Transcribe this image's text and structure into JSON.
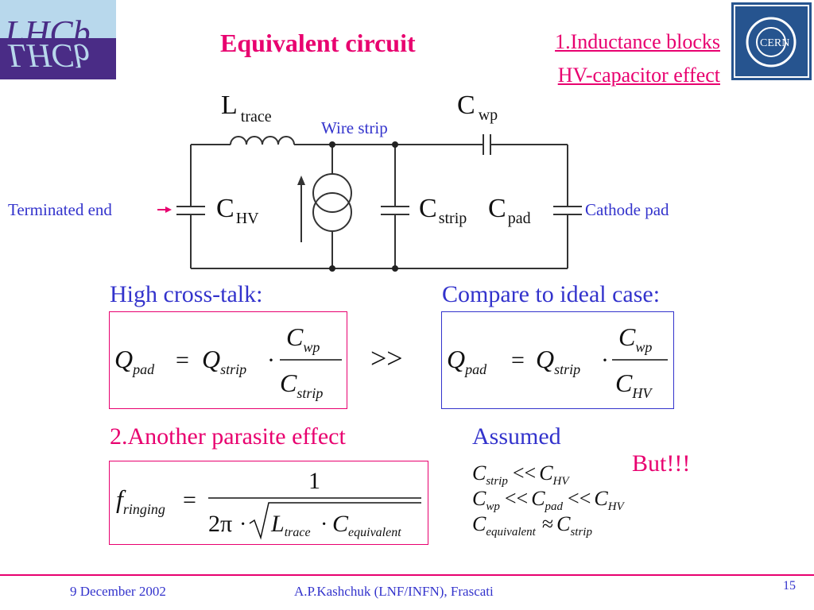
{
  "slide": {
    "title": "Equivalent circuit",
    "notes": [
      "1.Inductance blocks",
      "HV-capacitor effect"
    ],
    "page_number": "15"
  },
  "logos": {
    "left": "LHCb",
    "right": "CERN"
  },
  "circuit": {
    "l_trace": {
      "main": "L",
      "sub": "trace"
    },
    "c_wp": {
      "main": "C",
      "sub": "wp"
    },
    "c_hv": {
      "main": "C",
      "sub": "HV"
    },
    "c_strip": {
      "main": "C",
      "sub": "strip"
    },
    "c_pad": {
      "main": "C",
      "sub": "pad"
    },
    "wire_strip": "Wire strip",
    "terminated_end": "Terminated end",
    "cathode_pad": "Cathode pad"
  },
  "sections": {
    "cross_talk": "High cross-talk:",
    "compare": "Compare to ideal case:",
    "much_greater": ">>",
    "parasite": "2.Another parasite effect",
    "assumed": "Assumed",
    "but": "But!!!"
  },
  "equations": {
    "Q": "Q",
    "C": "C",
    "pad": "pad",
    "strip": "strip",
    "wp": "wp",
    "HV": "HV",
    "f": "f",
    "ringing": "ringing",
    "one": "1",
    "two_pi": "2π",
    "L": "L",
    "trace": "trace",
    "equivalent": "equivalent",
    "eq": "=",
    "dot": "·",
    "ll": "<<",
    "approx": "≈"
  },
  "footer": {
    "date": "9 December 2002",
    "author": "A.P.Kashchuk (LNF/INFN), Frascati"
  },
  "colors": {
    "accent": "#e8006f",
    "text_blue": "#3333cc",
    "box_red": "#e8006f",
    "box_blue": "#3333cc"
  }
}
